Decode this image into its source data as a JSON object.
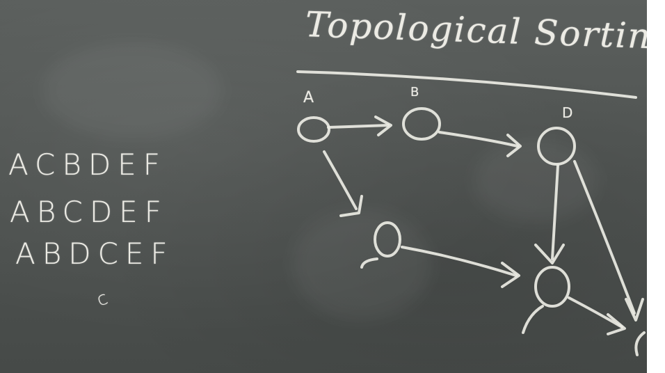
{
  "blackboard": {
    "title": "Topological Sorting",
    "sequences": [
      "ACBDEF",
      "ABCDEF",
      "ABDCEF"
    ],
    "stray_mark": "c",
    "node_labels": {
      "a": "A",
      "b": "B",
      "d": "D"
    },
    "colors": {
      "board": "#515553",
      "chalk": "#ecebe4"
    }
  }
}
